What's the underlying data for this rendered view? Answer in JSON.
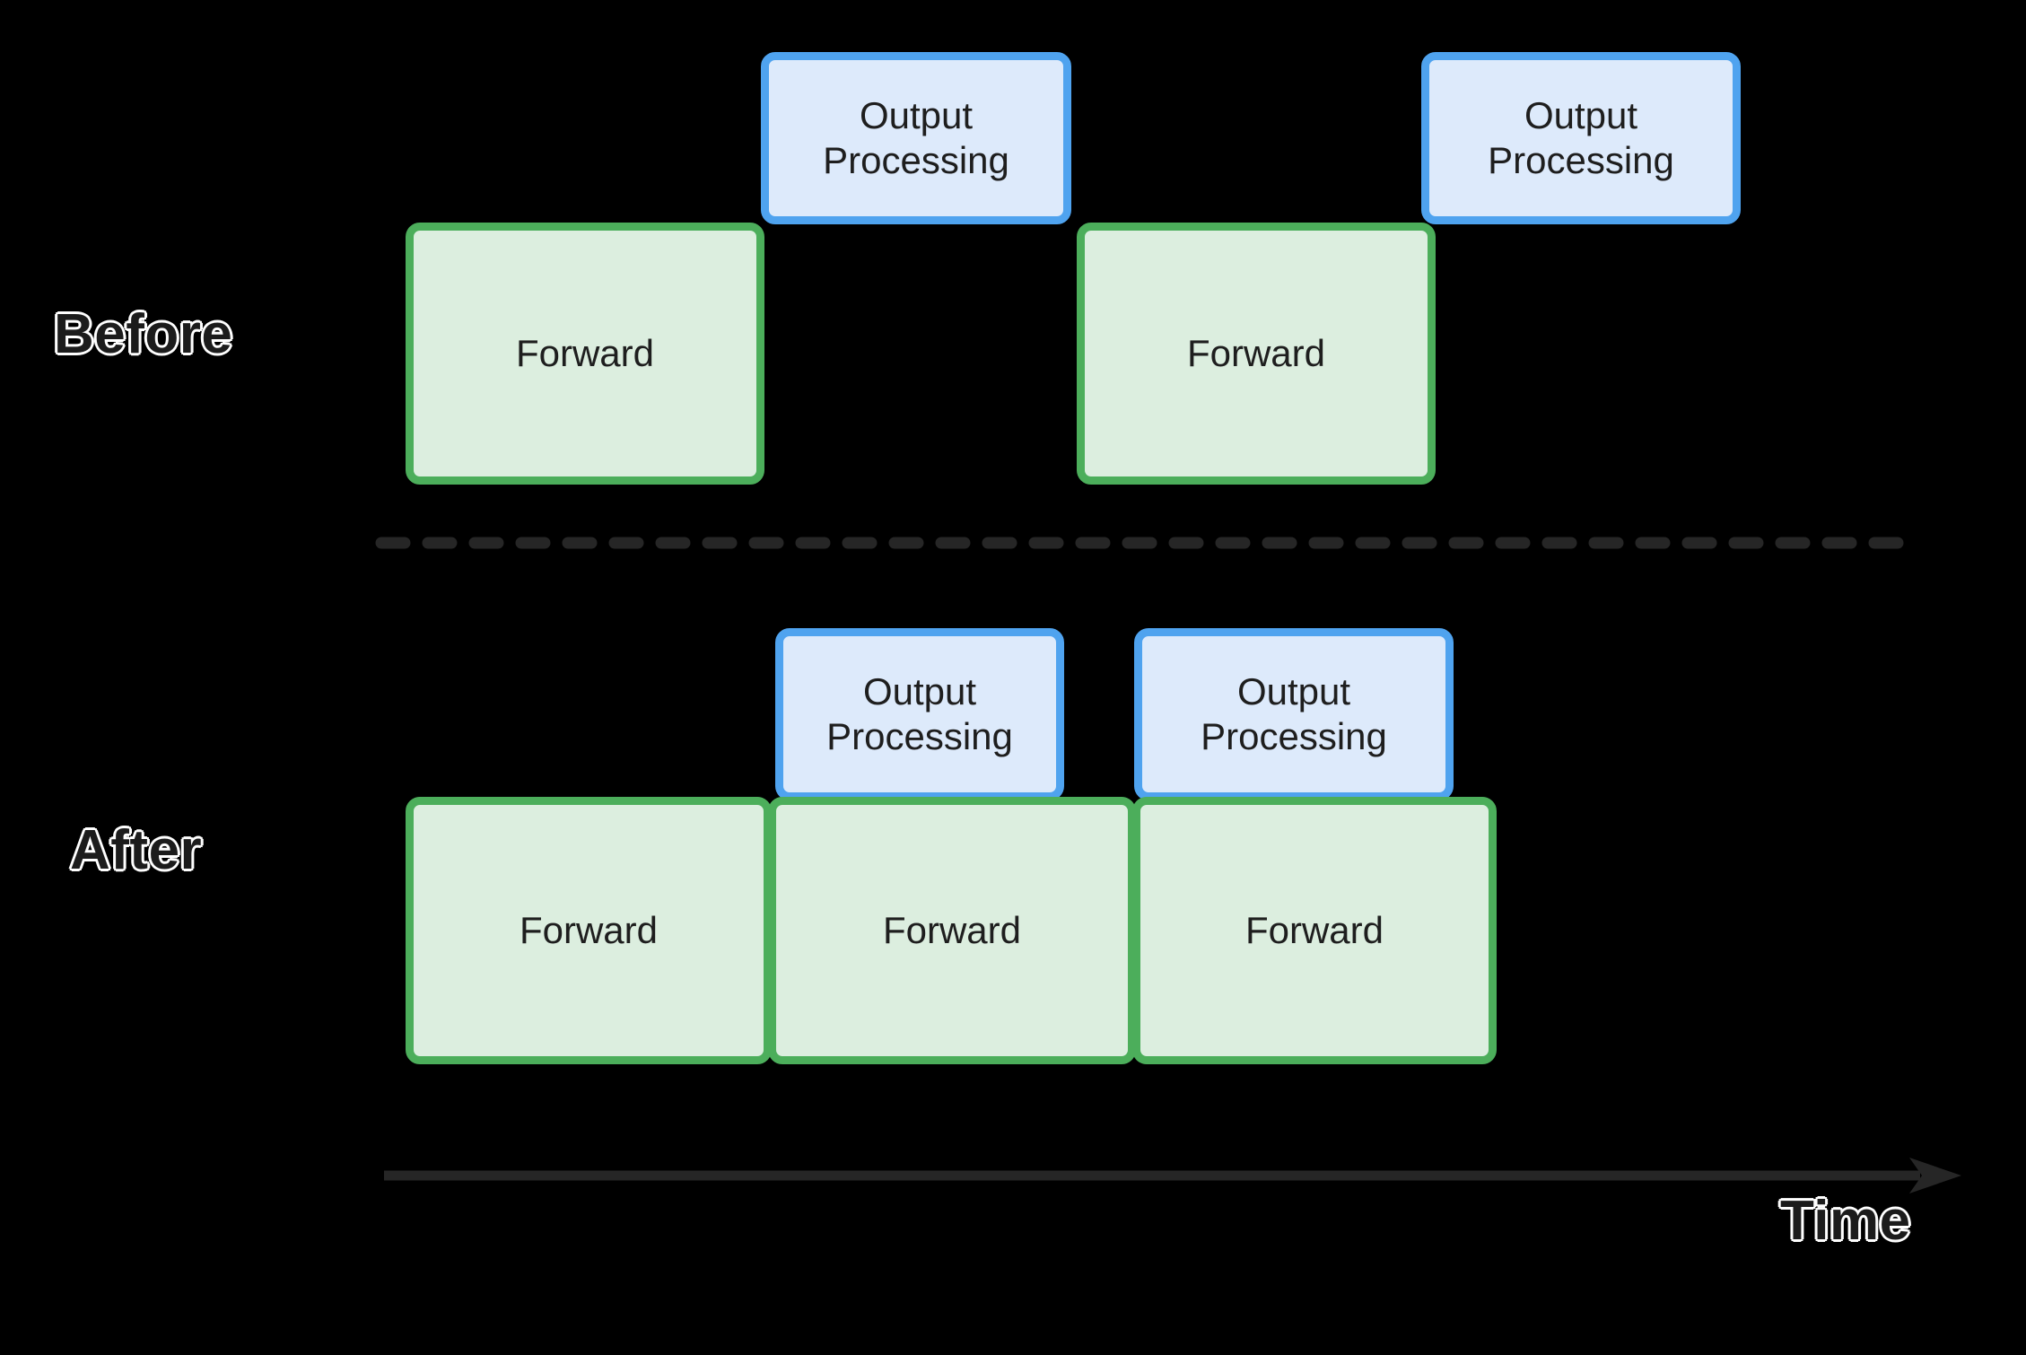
{
  "figure": {
    "background_color": "#000000",
    "labels": {
      "before": "Before",
      "after": "After",
      "time_axis": "Time"
    },
    "colors": {
      "green_fill": "#dceedf",
      "green_border": "#4cae5b",
      "blue_fill": "#ddeafb",
      "blue_border": "#4fa3ef",
      "box_text": "#1e1e1e",
      "label_text": "#1c1c1c",
      "label_outline": "#ffffff",
      "divider": "#262626",
      "axis": "#262626"
    },
    "icons": {
      "time_arrow": "arrow-right-icon",
      "divider": "dashed-line-icon"
    }
  },
  "rows": [
    {
      "name": "before",
      "label": "Before",
      "forward_blocks": [
        {
          "label": "Forward"
        },
        {
          "label": "Forward"
        }
      ],
      "output_blocks": [
        {
          "label": "Output\nProcessing",
          "line1": "Output",
          "line2": "Processing"
        },
        {
          "label": "Output\nProcessing",
          "line1": "Output",
          "line2": "Processing"
        }
      ]
    },
    {
      "name": "after",
      "label": "After",
      "forward_blocks": [
        {
          "label": "Forward"
        },
        {
          "label": "Forward"
        },
        {
          "label": "Forward"
        }
      ],
      "output_blocks": [
        {
          "label": "Output\nProcessing",
          "line1": "Output",
          "line2": "Processing"
        },
        {
          "label": "Output\nProcessing",
          "line1": "Output",
          "line2": "Processing"
        }
      ]
    }
  ],
  "chart_data": {
    "type": "bar",
    "title": "",
    "xlabel": "Time",
    "ylabel": "",
    "series": [
      {
        "name": "Before / Forward",
        "values": [
          {
            "label": "Forward",
            "start": 452,
            "end": 852
          },
          {
            "label": "Forward",
            "start": 1200,
            "end": 1600
          }
        ]
      },
      {
        "name": "Before / Output Processing",
        "values": [
          {
            "label": "Output Processing",
            "start": 848,
            "end": 1194
          },
          {
            "label": "Output Processing",
            "start": 1584,
            "end": 1940
          }
        ]
      },
      {
        "name": "After / Forward",
        "values": [
          {
            "label": "Forward",
            "start": 452,
            "end": 860
          },
          {
            "label": "Forward",
            "start": 856,
            "end": 1266
          },
          {
            "label": "Forward",
            "start": 1262,
            "end": 1668
          }
        ]
      },
      {
        "name": "After / Output Processing",
        "values": [
          {
            "label": "Output Processing",
            "start": 864,
            "end": 1186
          },
          {
            "label": "Output Processing",
            "start": 1264,
            "end": 1620
          }
        ]
      }
    ],
    "legend_position": "none",
    "grid": false
  }
}
